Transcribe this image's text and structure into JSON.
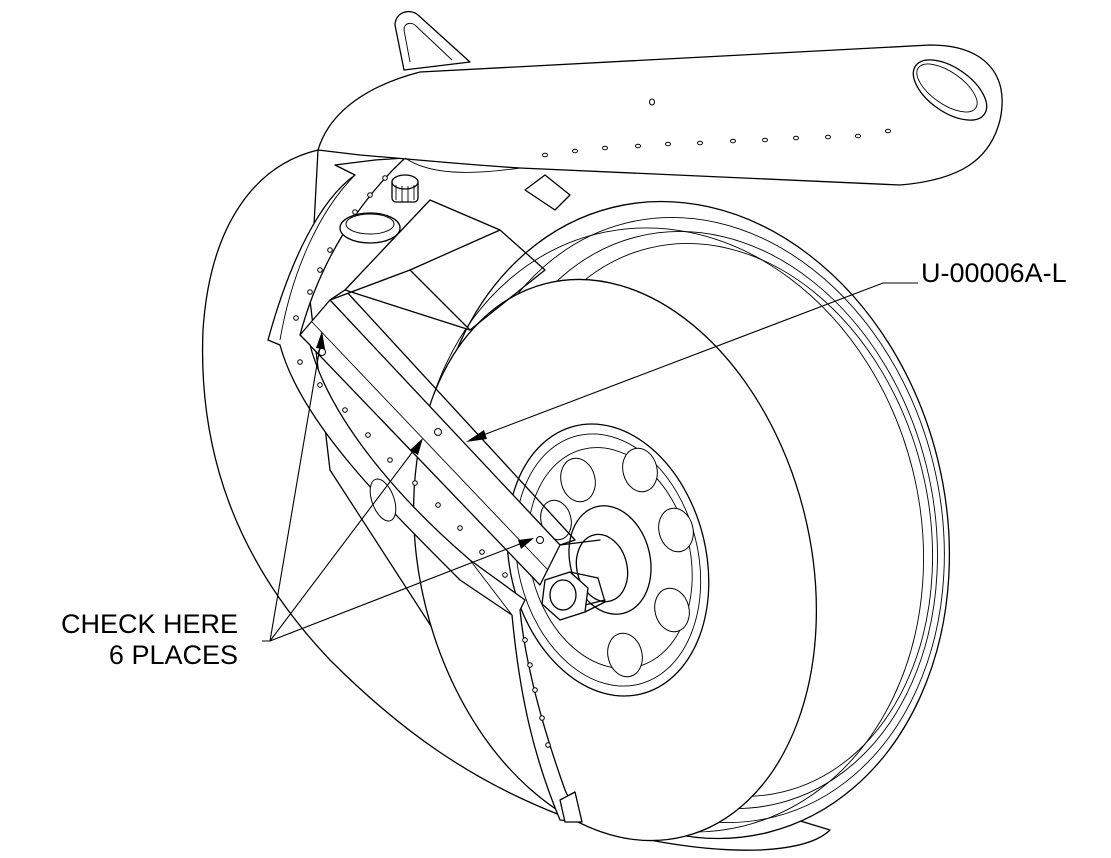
{
  "callouts": {
    "part_number": "U-00006A-L",
    "check_line1": "CHECK HERE",
    "check_line2": "6 PLACES"
  },
  "colors": {
    "line": "#000000",
    "background": "#ffffff"
  }
}
